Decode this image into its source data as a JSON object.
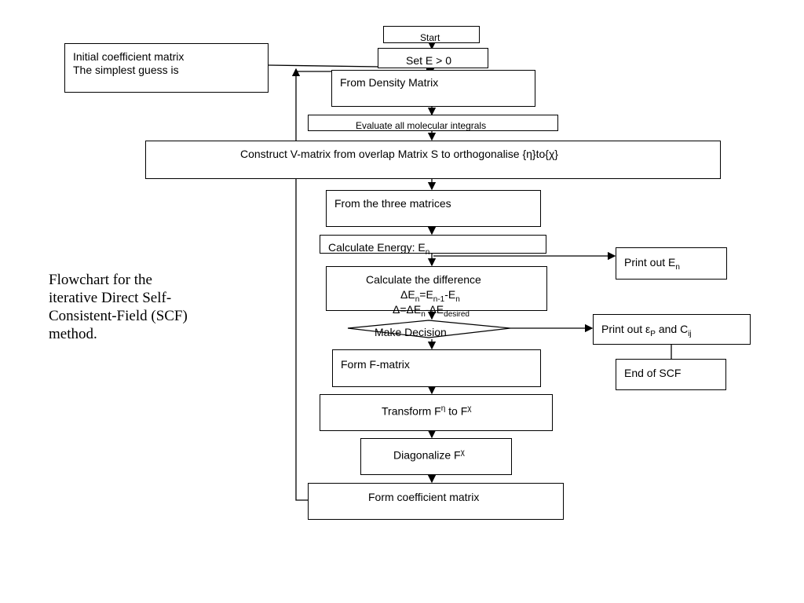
{
  "nodes": {
    "start": "Start",
    "set_e": "Set E > 0",
    "initial_line1": "Initial coefficient matrix",
    "initial_line2": "The simplest guess is",
    "density": "From Density Matrix",
    "integrals": "Evaluate all molecular integrals",
    "construct_v": "Construct V-matrix from overlap Matrix S to orthogonalise {η}to{χ}",
    "three_matrices": "From the three matrices",
    "energy": {
      "text": "Calculate Energy: E",
      "sub": "n"
    },
    "print_en": {
      "text": "Print out E",
      "sub": "n"
    },
    "difference_title": "Calculate the difference",
    "difference_eq1": {
      "a": "ΔE",
      "a_sub": "n",
      "b": "=E",
      "b_sub": "n-1",
      "c": "-E",
      "c_sub": "n"
    },
    "difference_eq2": {
      "a": "Δ=ΔE",
      "a_sub": "n",
      "b": "-ΔE",
      "b_sub": "desired"
    },
    "decision": "Make Decision",
    "print_out": {
      "text": "Print out ",
      "eps": "ε",
      "eps_sub": "P",
      "mid": " and C",
      "c_sub": "ij"
    },
    "end_scf": "End of SCF",
    "form_f": "Form F-matrix",
    "transform": {
      "text": "Transform F",
      "sup1": "η",
      "mid": " to F",
      "sup2": "χ"
    },
    "diagonalize": {
      "text": "Diagonalize F",
      "sup": "χ"
    },
    "form_coeff": "Form coefficient matrix"
  },
  "caption": {
    "line1": "Flowchart for the",
    "line2": "iterative Direct Self-",
    "line3": "Consistent-Field (SCF)",
    "line4": "method."
  }
}
